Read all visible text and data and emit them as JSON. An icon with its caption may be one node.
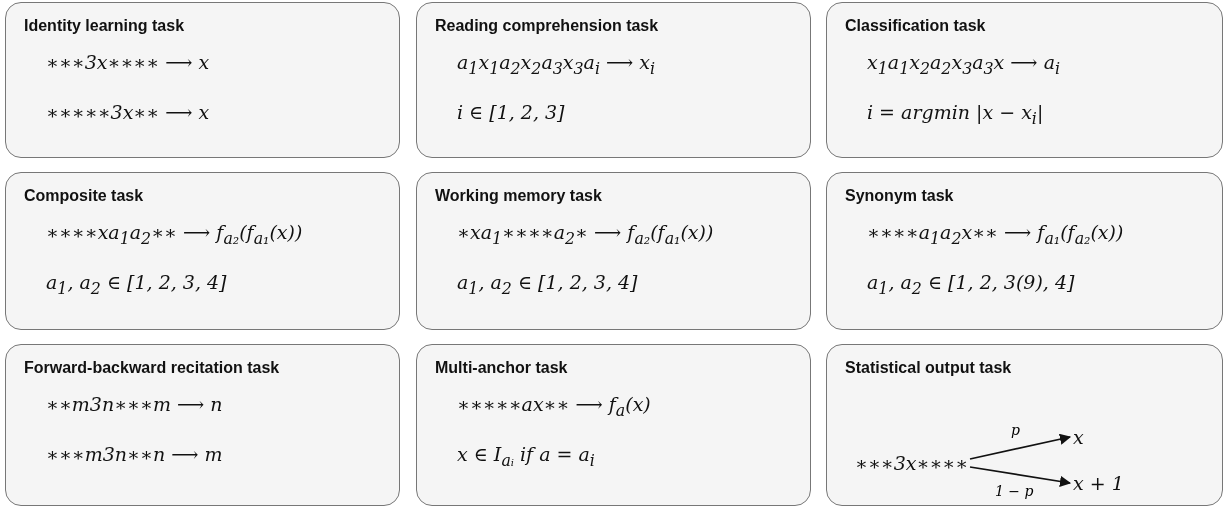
{
  "diagram": {
    "nodes": [
      {
        "text": [
          "Identity learning task",
          "∗∗∗3x∗∗∗∗ ⟶ x",
          "∗∗∗∗∗3x∗∗ ⟶ x"
        ]
      },
      {
        "text": [
          "Reading comprehension task",
          "a$_{1}$x$_{1}$a$_{2}$x$_{2}$a$_{3}$x$_{3}$a$_{i}$ ⟶ x$_{i}$",
          "i ∈ [1, 2, 3]"
        ]
      },
      {
        "text": [
          "Classification task",
          "x$_{1}$a$_{1}$x$_{2}$a$_{2}$x$_{3}$a$_{3}$x ⟶ a$_{i}$",
          "i = argmin |x − x$_{i}$|"
        ]
      },
      {
        "text": [
          "Composite task",
          "∗∗∗∗xa$_{1}$a$_{2}$∗∗ ⟶ f$_{a₂}$(f$_{a₁}$(x))",
          "a$_{1}$, a$_{2}$ ∈ [1, 2, 3, 4]"
        ]
      },
      {
        "text": [
          "Working memory task",
          "∗xa$_{1}$∗∗∗∗a$_{2}$∗ ⟶ f$_{a₂}$(f$_{a₁}$(x))",
          "a$_{1}$, a$_{2}$ ∈ [1, 2, 3, 4]"
        ]
      },
      {
        "text": [
          "Synonym task",
          "∗∗∗∗a$_{1}$a$_{2}$x∗∗ ⟶ f$_{a₁}$(f$_{a₂}$(x))",
          "a$_{1}$, a$_{2}$ ∈ [1, 2, 3(9), 4]"
        ]
      },
      {
        "text": [
          "Forward-backward recitation task",
          "∗∗m3n∗∗∗m ⟶ n",
          "∗∗∗m3n∗∗n ⟶ m"
        ]
      },
      {
        "text": [
          "Multi-anchor task",
          "∗∗∗∗∗ax∗∗ ⟶ f$_{a}$(x)",
          "x ∈ I$_{aᵢ}$ if a = a$_{i}$"
        ]
      },
      {
        "text": [
          "Statistical output task"
        ]
      },
      {
        "text": [
          "∗∗∗3x∗∗∗∗"
        ],
        "in": 8
      },
      {
        "text": [
          "x"
        ],
        "in": 8
      },
      {
        "text": [
          "x + 1"
        ],
        "in": 8
      }
    ],
    "edges": [
      {
        "from": 9,
        "to": 10,
        "arrow": "to",
        "label": "p"
      },
      {
        "from": 9,
        "to": 11,
        "arrow": "to",
        "label": "1 − p"
      }
    ]
  }
}
